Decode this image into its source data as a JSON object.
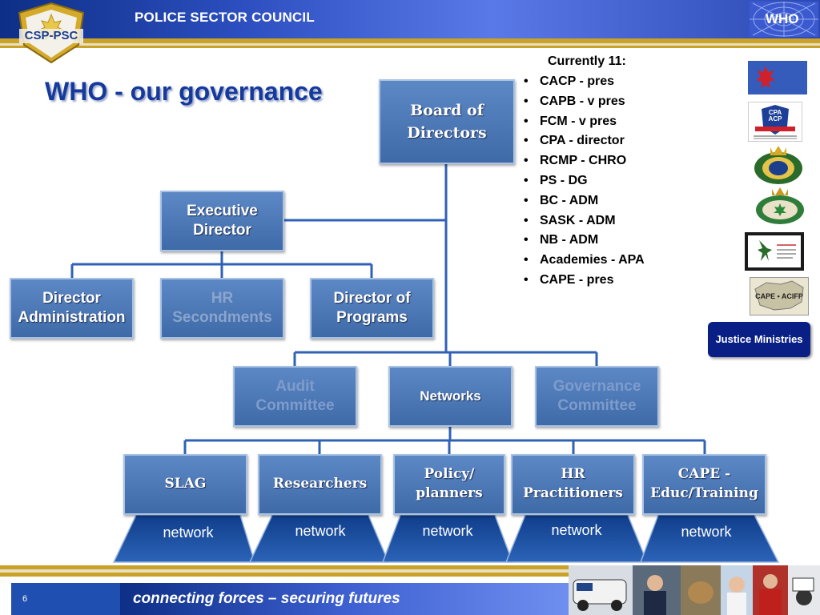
{
  "header": {
    "title": "POLICE SECTOR COUNCIL",
    "badge": "WHO",
    "logo_text": "CSP-PSC"
  },
  "page": {
    "heading": "WHO - our governance"
  },
  "org_chart": {
    "board": "Board of Directors",
    "executive": "Executive Director",
    "directors": [
      "Director Administration",
      "HR Secondments",
      "Director of Programs"
    ],
    "committees": [
      "Audit Committee",
      "Networks",
      "Governance Committee"
    ],
    "networks": [
      "SLAG",
      "Researchers",
      "Policy/ planners",
      "HR Practitioners",
      "CAPE - Educ/Training"
    ],
    "network_label": "network"
  },
  "members": {
    "header": "Currently 11:",
    "items": [
      "CACP - pres",
      "CAPB - v pres",
      "FCM - v pres",
      "CPA - director",
      "RCMP - CHRO",
      "PS - DG",
      "BC - ADM",
      "SASK - ADM",
      "NB - ADM",
      "Academies - APA",
      "CAPE - pres"
    ]
  },
  "logos": {
    "cpa": "CPA ACP",
    "cape": "CAPE • ACIFP",
    "justice": "Justice Ministries"
  },
  "footer": {
    "slide_number": "6",
    "tagline": "connecting forces – securing futures"
  },
  "colors": {
    "header_blue": "#2d4fc0",
    "box_blue": "#4a75b5",
    "gold": "#c9a227",
    "heading_blue": "#163a9c",
    "network_navy": "#0f3f8c"
  }
}
